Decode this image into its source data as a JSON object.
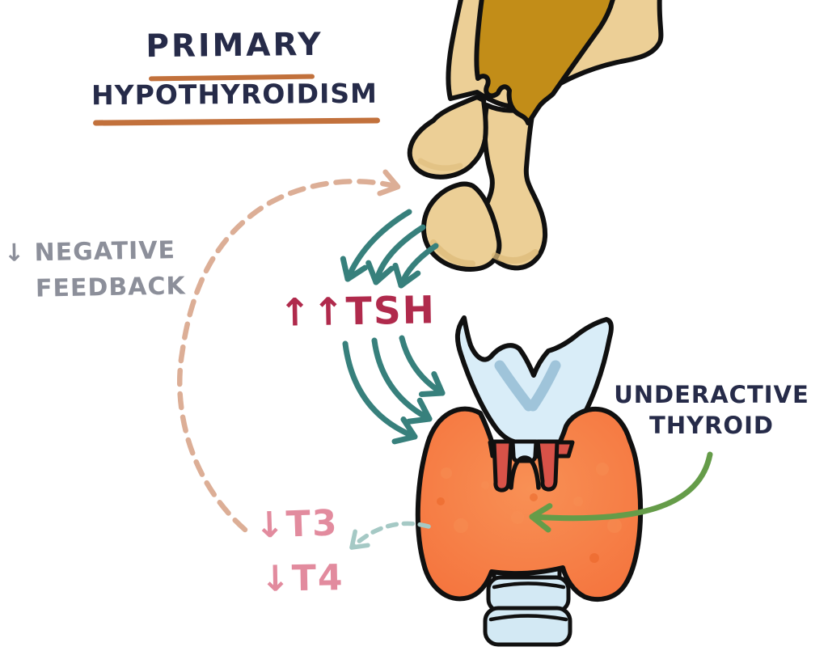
{
  "title": {
    "line1": "PRIMARY",
    "line2": "HYPOTHYROIDISM"
  },
  "labels": {
    "negative_feedback_line1": "↓ NEGATIVE",
    "negative_feedback_line2": "FEEDBACK",
    "tsh": "↑↑TSH",
    "underactive_line1": "UNDERACTIVE",
    "underactive_line2": "THYROID",
    "t3": "↓T3",
    "t4": "↓T4"
  },
  "colors": {
    "navy": "#262b49",
    "underline": "#c2713c",
    "gray": "#8c8f9a",
    "crimson": "#b02a4c",
    "pink": "#e28b9e",
    "teal": "#37807c",
    "pale-teal": "#a5c9c5",
    "peach": "#dcae96",
    "green": "#659c49",
    "gold": "#c28d18",
    "cream": "#eccf96",
    "tan-shade": "#ddbb79",
    "orange": "#f4703a",
    "orange-light": "#f89055",
    "cart-blue": "#d9edf8",
    "cart-shade": "#9fc4da",
    "trachea-blue": "#d3e9f4",
    "muscle-red": "#d85248",
    "ink": "#101010"
  }
}
